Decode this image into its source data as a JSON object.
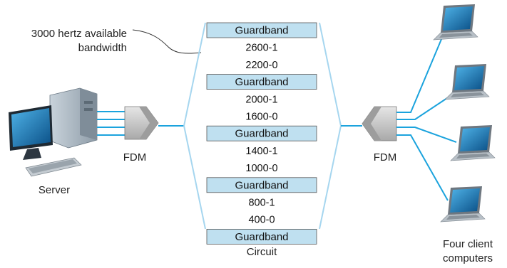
{
  "annotation": {
    "line1": "3000 hertz available",
    "line2": "bandwidth"
  },
  "server": {
    "label": "Server"
  },
  "left_mux": {
    "label": "FDM"
  },
  "right_mux": {
    "label": "FDM"
  },
  "circuit": {
    "label": "Circuit",
    "rows": [
      {
        "kind": "guard",
        "text": "Guardband"
      },
      {
        "kind": "freq",
        "text": "2600-1"
      },
      {
        "kind": "freq",
        "text": "2200-0"
      },
      {
        "kind": "guard",
        "text": "Guardband"
      },
      {
        "kind": "freq",
        "text": "2000-1"
      },
      {
        "kind": "freq",
        "text": "1600-0"
      },
      {
        "kind": "guard",
        "text": "Guardband"
      },
      {
        "kind": "freq",
        "text": "1400-1"
      },
      {
        "kind": "freq",
        "text": "1000-0"
      },
      {
        "kind": "guard",
        "text": "Guardband"
      },
      {
        "kind": "freq",
        "text": "800-1"
      },
      {
        "kind": "freq",
        "text": "400-0"
      },
      {
        "kind": "guard",
        "text": "Guardband"
      }
    ]
  },
  "clients": {
    "line1": "Four client",
    "line2": "computers"
  },
  "colors": {
    "link": "#1ba3dd",
    "guardband": "#bfe0f0",
    "mux": "#c8c8c8"
  }
}
